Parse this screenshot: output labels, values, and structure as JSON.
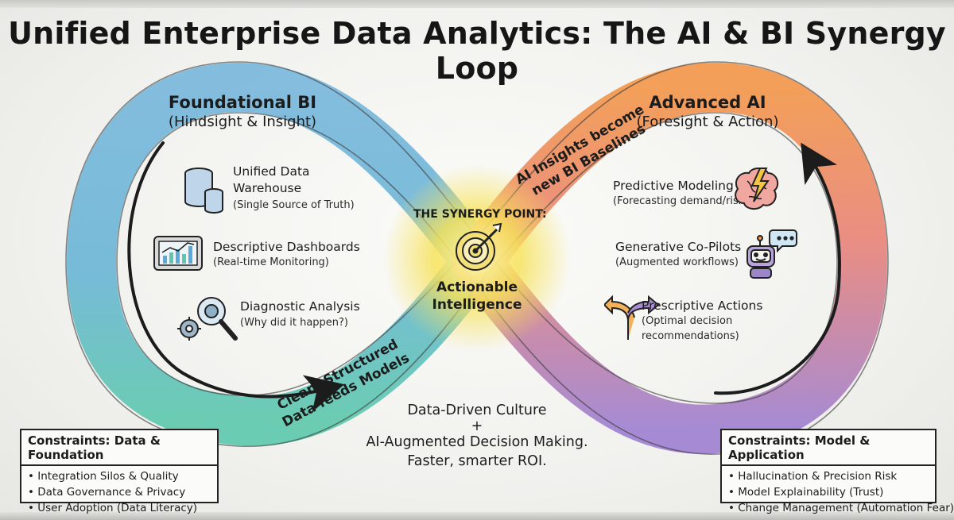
{
  "title": "Unified Enterprise Data Analytics: The AI & BI Synergy Loop",
  "left_lobe": {
    "title": "Foundational BI",
    "subtitle": "(Hindsight & Insight)",
    "items": [
      {
        "icon": "database-icon",
        "label_lines": [
          "Unified Data",
          "Warehouse"
        ],
        "detail": "(Single Source of Truth)"
      },
      {
        "icon": "dashboard-chart-icon",
        "label": "Descriptive Dashboards",
        "detail": "(Real-time Monitoring)"
      },
      {
        "icon": "gear-magnifier-icon",
        "label": "Diagnostic Analysis",
        "detail": "(Why did it happen?)"
      }
    ],
    "flow_text": [
      "Clean, Structured",
      "Data feeds Models"
    ]
  },
  "right_lobe": {
    "title": "Advanced AI",
    "subtitle": "(Foresight & Action)",
    "items": [
      {
        "icon": "brain-lightning-icon",
        "label": "Predictive Modeling",
        "detail": "(Forecasting demand/risk)"
      },
      {
        "icon": "robot-chat-icon",
        "label": "Generative Co-Pilots",
        "detail": "(Augmented workflows)"
      },
      {
        "icon": "split-arrow-icon",
        "label": "Prescriptive Actions",
        "detail_lines": [
          "(Optimal decision",
          "recommendations)"
        ]
      }
    ],
    "flow_text": [
      "AI Insights become",
      "new BI Baselines"
    ]
  },
  "center": {
    "label": "THE SYNERGY POINT:",
    "icon": "target-icon",
    "text_lines": [
      "Actionable",
      "Intelligence"
    ]
  },
  "bottom": {
    "lines": [
      "Data-Driven Culture",
      "+",
      "AI-Augmented Decision Making.",
      "Faster, smarter ROI."
    ]
  },
  "constraints_left": {
    "title": "Constraints: Data & Foundation",
    "items": [
      "• Integration Silos & Quality",
      "• Data Governance & Privacy",
      "• User Adoption (Data Literacy)"
    ]
  },
  "constraints_right": {
    "title": "Constraints: Model & Application",
    "items": [
      "• Hallucination & Precision Risk",
      "• Model Explainability (Trust)",
      "• Change Management (Automation Fear)"
    ]
  },
  "colors": {
    "bi_blue": "#6fb3d8",
    "bi_teal": "#5fc7b0",
    "ai_orange": "#f2994f",
    "ai_purple": "#a47fcf",
    "synergy_glow": "#f7e36a"
  }
}
